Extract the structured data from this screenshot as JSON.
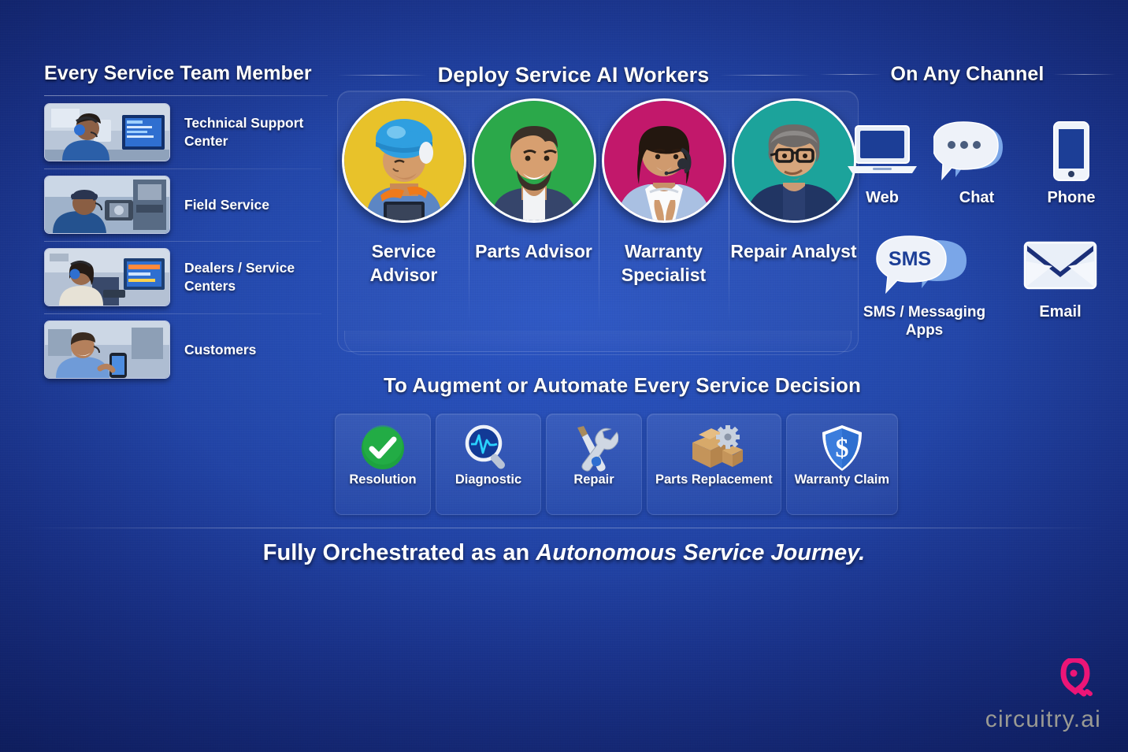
{
  "colors": {
    "bg_deep": "#152a7d",
    "bg_mid": "#2449ad",
    "accent_pink": "#EC1577",
    "logo_gray": "#9a9a93",
    "avatar_1": "#E8C22A",
    "avatar_2": "#2BA84A",
    "avatar_3": "#C2186B",
    "avatar_4": "#1CA39B",
    "resolution_green": "#1DA23F",
    "warranty_blue": "#2E6FD0"
  },
  "left": {
    "heading": "Every Service Team Member",
    "members": [
      {
        "label": "Technical Support Center",
        "image": "support-agent-headset-at-desk"
      },
      {
        "label": "Field Service",
        "image": "field-technician-repairing-equipment"
      },
      {
        "label": "Dealers / Service Centers",
        "image": "dealer-service-center-agent"
      },
      {
        "label": "Customers",
        "image": "customer-using-smartphone"
      }
    ]
  },
  "center": {
    "heading": "Deploy Service AI Workers",
    "workers": [
      {
        "name": "Service Advisor",
        "circle_color": "#E8C22A",
        "image": "worker-hardhat-tablet"
      },
      {
        "name": "Parts Advisor",
        "circle_color": "#2BA84A",
        "image": "bearded-technician"
      },
      {
        "name": "Warranty Specialist",
        "circle_color": "#C2186B",
        "image": "woman-headset-agent"
      },
      {
        "name": "Repair Analyst",
        "circle_color": "#1CA39B",
        "image": "man-glasses-analyst"
      }
    ]
  },
  "right": {
    "heading": "On Any Channel",
    "channels_row1": [
      {
        "label": "Web",
        "icon": "laptop-icon"
      },
      {
        "label": "Chat",
        "icon": "chat-bubbles-icon"
      },
      {
        "label": "Phone",
        "icon": "smartphone-icon"
      }
    ],
    "channels_row2": [
      {
        "label": "SMS / Messaging Apps",
        "icon": "sms-bubble-icon",
        "bubble_text": "SMS"
      },
      {
        "label": "Email",
        "icon": "envelope-icon"
      }
    ]
  },
  "decisions": {
    "heading": "To Augment or Automate Every Service Decision",
    "items": [
      {
        "label": "Resolution",
        "icon": "green-check-circle-icon"
      },
      {
        "label": "Diagnostic",
        "icon": "magnifier-pulse-icon"
      },
      {
        "label": "Repair",
        "icon": "wrench-screwdriver-icon"
      },
      {
        "label": "Parts Replacement",
        "icon": "boxes-gear-icon"
      },
      {
        "label": "Warranty Claim",
        "icon": "shield-dollar-icon"
      }
    ]
  },
  "footer": {
    "tagline_prefix": "Fully Orchestrated as an ",
    "tagline_emphasis": "Autonomous Service Journey.",
    "logo_text": "circuitry.ai",
    "logo_mark": "circuitry-droplet-icon"
  }
}
